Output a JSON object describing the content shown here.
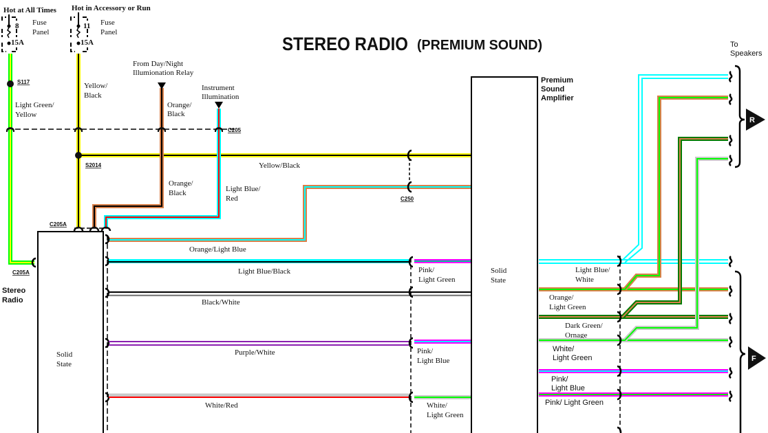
{
  "title": {
    "main": "STEREO RADIO",
    "sub": "(PREMIUM SOUND)"
  },
  "colors": {
    "yellow": "#ffff00",
    "black": "#000000",
    "light_green": "#00ff00",
    "dark_green": "#007a00",
    "orange": "#d8804a",
    "light_blue": "#00ffff",
    "red": "#ff0000",
    "purple": "#8b1fb0",
    "pink": "#ff00ff",
    "white": "#c8c8c8"
  },
  "power": {
    "hot_always": "Hot at All Times",
    "hot_accessory": "Hot in Accessory or Run",
    "fuse1_number": "8",
    "fuse1_rating": "15A",
    "fuse2_number": "11",
    "fuse2_rating": "15A",
    "fuse_panel_line1": "Fuse",
    "fuse_panel_line2": "Panel"
  },
  "sources": {
    "day_night_line1": "From Day/Night",
    "day_night_line2": "Illumionation Relay",
    "instrument_line1": "Instrument",
    "instrument_line2": "Illumination"
  },
  "connectors": {
    "s117": "S117",
    "s2014": "S2014",
    "c205": "C205",
    "c205a_top": "C205A",
    "c205a_left": "C205A",
    "c250": "C250"
  },
  "components": {
    "stereo_radio_line1": "Stereo",
    "stereo_radio_line2": "Radio",
    "radio_solid_state_line1": "Solid",
    "radio_solid_state_line2": "State",
    "amp_line1": "Premium",
    "amp_line2": "Sound",
    "amp_line3": "Amplifier",
    "amp_solid_state_line1": "Solid",
    "amp_solid_state_line2": "State",
    "to_speakers_line1": "To",
    "to_speakers_line2": "Speakers",
    "rear_badge": "R",
    "front_badge": "F"
  },
  "wire_labels": {
    "lt_green_yellow_1": "Light Green/",
    "lt_green_yellow_2": "Yellow",
    "yellow_black_v1": "Yellow/",
    "yellow_black_v2": "Black",
    "orange_black_top1": "Orange/",
    "orange_black_top2": "Black",
    "orange_black_mid1": "Orange/",
    "orange_black_mid2": "Black",
    "lt_blue_red1": "Light Blue/",
    "lt_blue_red2": "Red",
    "yellow_black_h": "Yellow/Black",
    "orange_lt_blue": "Orange/Light Blue",
    "lt_blue_black": "Light Blue/Black",
    "black_white": "Black/White",
    "purple_white": "Purple/White",
    "white_red": "White/Red",
    "pink_lt_green_amp1": "Pink/",
    "pink_lt_green_amp2": "Light Green",
    "pink_lt_blue_amp1": "Pink/",
    "pink_lt_blue_amp2": "Light Blue",
    "white_lt_green_amp1": "White/",
    "white_lt_green_amp2": "Light Green",
    "out_lt_blue_white1": "Light Blue/",
    "out_lt_blue_white2": "White",
    "out_orange_lt_green1": "Orange/",
    "out_orange_lt_green2": "Light Green",
    "out_dk_green_orange1": "Dark Green/",
    "out_dk_green_orange2": "Ornage",
    "out_white_lt_green1": "White/",
    "out_white_lt_green2": "Light Green",
    "out_pink_lt_blue1": "Pink/",
    "out_pink_lt_blue2": "Light Blue",
    "out_pink_lt_green": "Pink/ Light Green"
  }
}
